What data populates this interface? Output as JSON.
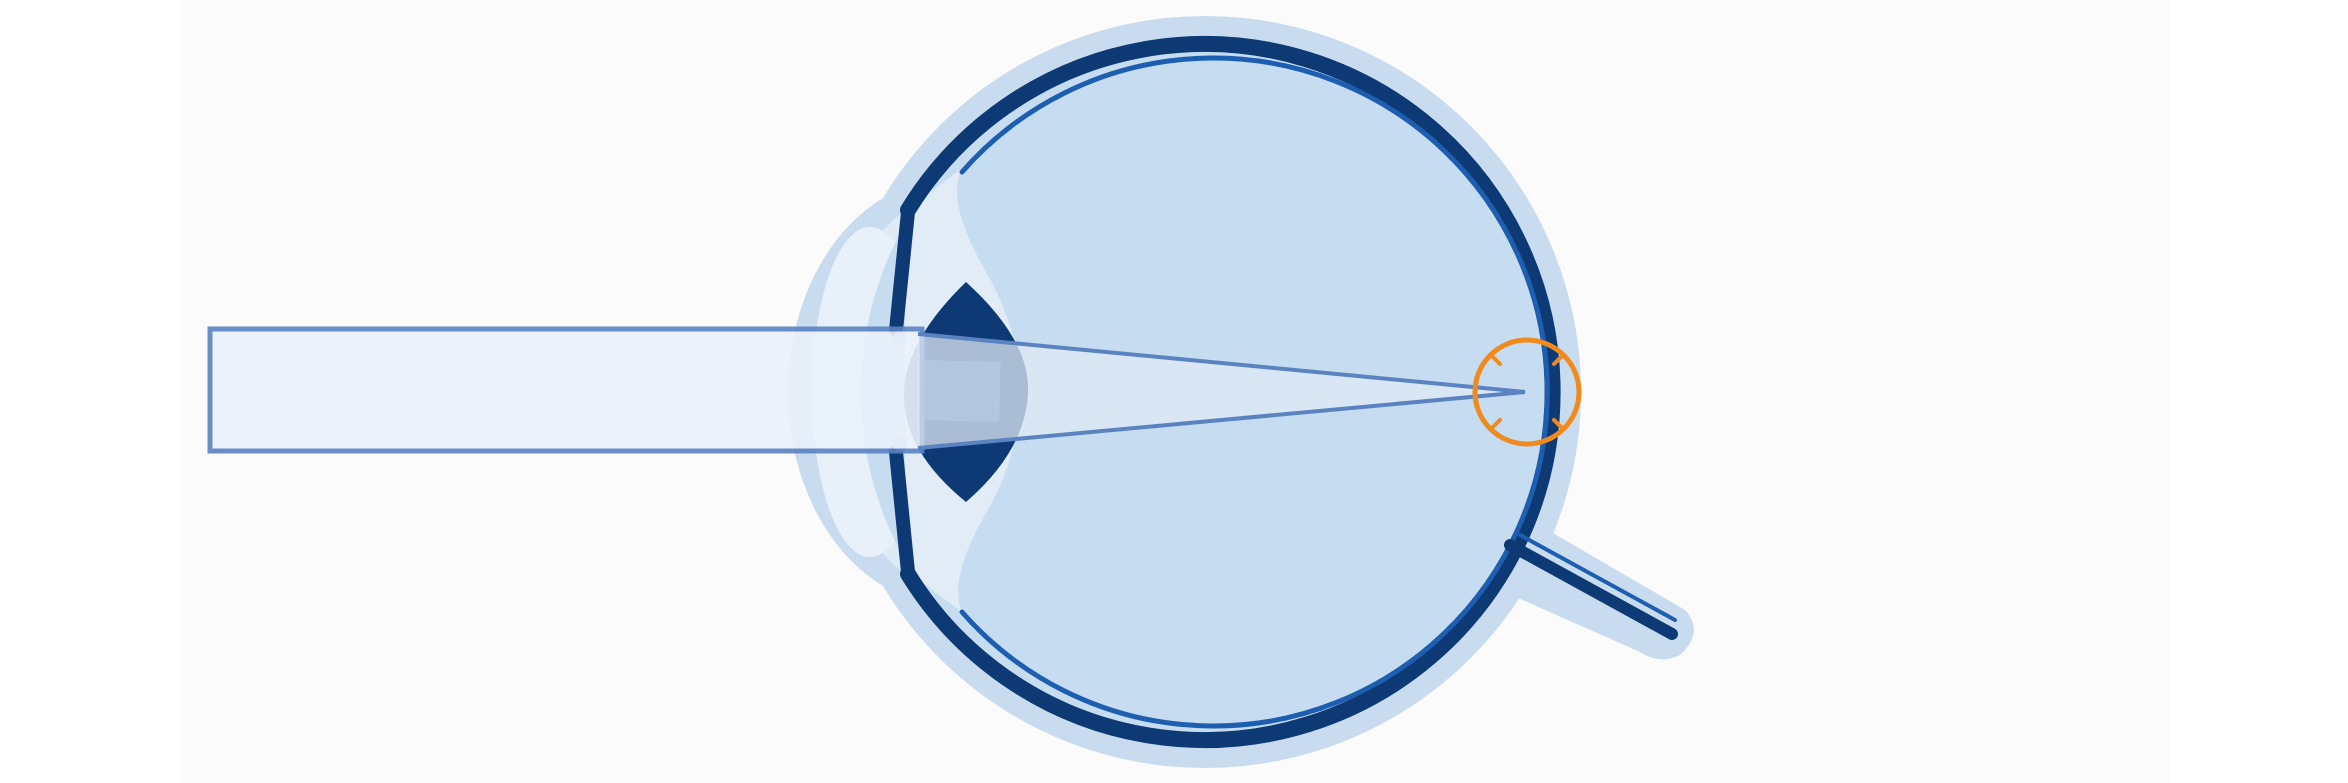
{
  "diagram": {
    "subject": "eye-cross-section",
    "palette": {
      "background": "#ffffff",
      "panel": "#fbfbfb",
      "halo": "#c9dcef",
      "eye_fill": "#c6dcf0",
      "anterior_fill": "#dfeaf6",
      "wall_dark": "#0d3a75",
      "wall_accent": "#1d5eb0",
      "lens": "#0d3a75",
      "light_beam": "#eaf2fb",
      "light_beam_border": "#5b83c2",
      "focus_ring": "#f08a1c"
    },
    "parts": [
      {
        "id": "sclera",
        "icon": "sclera-ring"
      },
      {
        "id": "cornea",
        "icon": "cornea-bulge"
      },
      {
        "id": "iris",
        "icon": "iris-flap"
      },
      {
        "id": "lens",
        "icon": "lens-shape"
      },
      {
        "id": "vitreous",
        "icon": "vitreous-body"
      },
      {
        "id": "retina-focus",
        "icon": "focus-ring"
      },
      {
        "id": "optic-nerve",
        "icon": "optic-nerve-stalk"
      },
      {
        "id": "light-beam",
        "icon": "parallel-light-rays"
      }
    ]
  }
}
